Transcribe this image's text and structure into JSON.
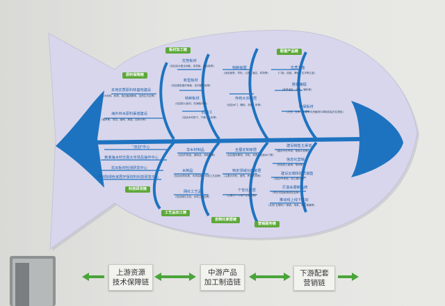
{
  "fish": {
    "head_title": "配套产品链",
    "top_badges": [
      "原料保障链",
      "板材加工链",
      "配套产品链"
    ],
    "bottom_badges": [
      "科技研发链",
      "工艺品加工链",
      "定制化家居链",
      "营销服务链"
    ],
    "upper_items": [
      {
        "title": "本地优质原料林基地建设",
        "sub": "(天然林、秋林、造丝植绿基地、自然生长区等)"
      },
      {
        "title": "海外林木原料渠道建设",
        "sub": "(俄罗斯、老挝、缅甸、美国、加拿大等)"
      },
      {
        "title": "优势板材",
        "sub": "(包括实木复合地板、多层板、胶合板等)"
      },
      {
        "title": "新型板材",
        "sub": "(包括高密度纤维板、定向刨花板等)"
      },
      {
        "title": "特种板材",
        "sub": "(包括防火板材、防潮板材等)"
      },
      {
        "title": "后加工",
        "sub": "(包括木材烘干、干燥、上色等)"
      },
      {
        "title": "特种家居",
        "sub": "(适用医院、学校、公园、酒店、机场等)"
      },
      {
        "title": "传统大宗家居",
        "sub": "(包括木门、橱柜、衣柜、床等)"
      },
      {
        "title": "优质五金",
        "sub": "(门锁、铰链、滑轨、拉手等五金)"
      },
      {
        "title": "数据编程",
        "sub": "(家具用胶、涂料、辅料等)"
      },
      {
        "title": "环保板材",
        "sub": "(大豆、玉米、木薯等天然植物中萃取胶粘剂生物胶)"
      }
    ],
    "lower_items": [
      {
        "title": "\"双创\"中心",
        "sub": ""
      },
      {
        "title": "黄淮海木材交易大市场及操作中心",
        "sub": ""
      },
      {
        "title": "抗出板材检测研发中心",
        "sub": ""
      },
      {
        "title": "中科院绿色家居环保材料科技研发中心",
        "sub": ""
      },
      {
        "title": "非木材制品",
        "sub": "(包括竹制品、藤制品、麻制品等)"
      },
      {
        "title": "木制品",
        "sub": "(包括木质玩具、木质容器、木制工艺品等)"
      },
      {
        "title": "网红工艺品",
        "sub": "(包括网红文创、木质工艺品等)"
      },
      {
        "title": "全屋定制家居",
        "sub": "(包括整体橱柜、衣柜、家具、定制木门等)"
      },
      {
        "title": "特定领域功能家居",
        "sub": "(主要为学校、医院、养老机构等)"
      },
      {
        "title": "个性化家居",
        "sub": "(主要为个人用户定制家具)"
      },
      {
        "title": "建设销售主渠道",
        "sub": "(建设专业市场、电商平台等)"
      },
      {
        "title": "信息化营销",
        "sub": "(包括线上营销、电商等)"
      },
      {
        "title": "建设云端体验式销售",
        "sub": "(包括VR体验、线上展厅等)"
      },
      {
        "title": "打造会展新品牌",
        "sub": "(举办中国家具博览会等)"
      },
      {
        "title": "推动线上线下联动",
        "sub": "(实现\"互联网+\"营销、电商、网红直播等)"
      }
    ]
  },
  "wall_signs": [
    {
      "line1": "上游资源",
      "line2": "技术保障链"
    },
    {
      "line1": "中游产品",
      "line2": "加工制造链"
    },
    {
      "line1": "下游配套",
      "line2": "营销链"
    }
  ],
  "colors": {
    "fish_fill": "#d8d6ec",
    "bone": "#1e73c0",
    "badge": "#5da83a",
    "arrow": "#4aa43a"
  }
}
